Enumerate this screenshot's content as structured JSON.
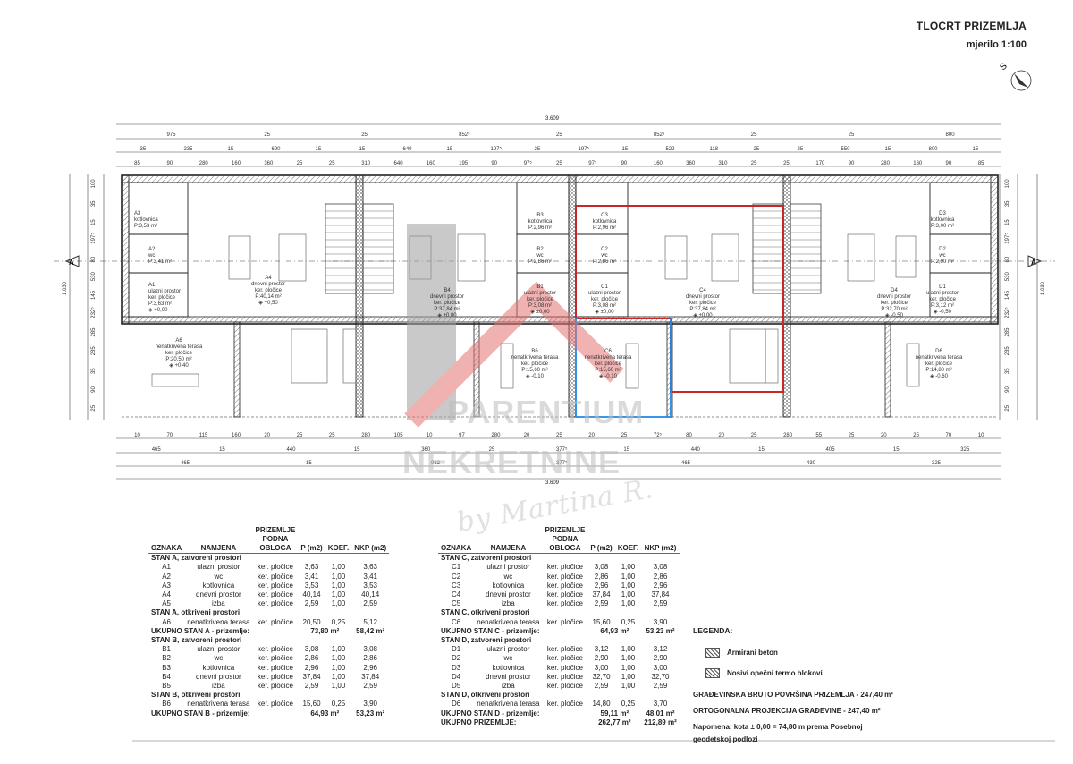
{
  "title": "TLOCRT PRIZEMLJA",
  "scale": "mjerilo 1:100",
  "north_label": "S",
  "watermark": {
    "line1": "PARENTIUM",
    "line2": "NEKRETNINE",
    "signature": "by Martina R."
  },
  "dims": {
    "total_top": "3.609",
    "total_bottom": "3.609",
    "row1": [
      "975",
      "25",
      "25",
      "852⁵",
      "25",
      "852⁵",
      "25",
      "25",
      "800"
    ],
    "row2": [
      "35",
      "235",
      "15",
      "690",
      "15",
      "15",
      "640",
      "15",
      "197⁵",
      "25",
      "197⁵",
      "15",
      "522",
      "118",
      "25",
      "25",
      "550",
      "15",
      "800",
      "15"
    ],
    "row3": [
      "85",
      "90",
      "280",
      "160",
      "360",
      "25",
      "25",
      "310",
      "640",
      "160",
      "195",
      "90",
      "97⁵",
      "25",
      "97⁵",
      "90",
      "160",
      "360",
      "310",
      "25",
      "25",
      "170",
      "90",
      "280",
      "160",
      "90",
      "85"
    ],
    "bottom1": [
      "10",
      "70",
      "115",
      "160",
      "20",
      "25",
      "25",
      "280",
      "105",
      "10",
      "97",
      "280",
      "20",
      "25",
      "20",
      "25",
      "72⁵",
      "80",
      "20",
      "25",
      "280",
      "55",
      "25",
      "20",
      "25",
      "70",
      "10"
    ],
    "bottom2": [
      "465",
      "15",
      "440",
      "15",
      "360",
      "25",
      "377⁵",
      "15",
      "440",
      "15",
      "405",
      "15",
      "325"
    ],
    "bottom3": [
      "465",
      "15",
      "932",
      "377⁵",
      "465",
      "430",
      "325"
    ],
    "left_total": "1.030",
    "left_parts": [
      "100",
      "35",
      "15",
      "197⁵",
      "80",
      "530",
      "145",
      "232⁵",
      "285",
      "285",
      "35",
      "90",
      "25"
    ],
    "section_mark": "A"
  },
  "rooms": [
    {
      "id": "A3",
      "name": "kotlovnica",
      "area": "P:3,53 m²"
    },
    {
      "id": "A2",
      "name": "wc",
      "area": "P:3,41 m²"
    },
    {
      "id": "A1",
      "name": "ulazni prostor",
      "floor": "ker. pločice",
      "area": "P:3,63 m²",
      "level": "◈ +0,00"
    },
    {
      "id": "A4",
      "name": "dnevni prostor",
      "floor": "ker. pločice",
      "area": "P:40,14 m²",
      "level": "◈ +0,50"
    },
    {
      "id": "A6",
      "name": "nenatkrivena terasa",
      "floor": "ker. pločice",
      "area": "P:20,50 m²",
      "level": "◈ +0,40"
    },
    {
      "id": "B4",
      "name": "dnevni prostor",
      "floor": "ker. pločice",
      "area": "P:37,84 m²",
      "level": "◈ ±0,00"
    },
    {
      "id": "B3",
      "name": "kotlovnica",
      "area": "P:2,96 m²"
    },
    {
      "id": "B2",
      "name": "wc",
      "area": "P:2,86 m²"
    },
    {
      "id": "B1",
      "name": "ulazni prostor",
      "floor": "ker. pločice",
      "area": "P:3,08 m²",
      "level": "◈ ±0,00"
    },
    {
      "id": "B6",
      "name": "nenatkrivena terasa",
      "floor": "ker. pločice",
      "area": "P:15,60 m²",
      "level": "◈ -0,10"
    },
    {
      "id": "C3",
      "name": "kotlovnica",
      "area": "P:2,96 m²"
    },
    {
      "id": "C2",
      "name": "wc",
      "area": "P:2,86 m²"
    },
    {
      "id": "C1",
      "name": "ulazni prostor",
      "floor": "ker. pločice",
      "area": "P:3,08 m²",
      "level": "◈ ±0,00"
    },
    {
      "id": "C4",
      "name": "dnevni prostor",
      "floor": "ker. pločice",
      "area": "P:37,84 m²",
      "level": "◈ ±0,00"
    },
    {
      "id": "C6",
      "name": "nenatkrivena terasa",
      "floor": "ker. pločice",
      "area": "P:15,60 m²",
      "level": "◈ -0,10"
    },
    {
      "id": "D4",
      "name": "dnevni prostor",
      "floor": "ker. pločice",
      "area": "P:32,70 m²",
      "level": "◈ -0,50"
    },
    {
      "id": "D3",
      "name": "kotlovnica",
      "area": "P:3,00 m²"
    },
    {
      "id": "D2",
      "name": "wc",
      "area": "P:2,90 m²"
    },
    {
      "id": "D1",
      "name": "ulazni prostor",
      "floor": "ker. pločice",
      "area": "P:3,12 m²",
      "level": "◈ -0,50"
    },
    {
      "id": "D6",
      "name": "nenatkrivena terasa",
      "floor": "ker. pločice",
      "area": "P:14,80 m²",
      "level": "◈ -0,60"
    }
  ],
  "tables": [
    {
      "header": {
        "group": "PRIZEMLJE",
        "oznaka": "OZNAKA",
        "namjena": "NAMJENA",
        "podna": "PODNA OBLOGA",
        "p": "P (m2)",
        "koef": "KOEF.",
        "nkp": "NKP (m2)"
      },
      "rows": [
        {
          "type": "grp",
          "text": "STAN A, zatvoreni prostori"
        },
        {
          "type": "row",
          "c": [
            "A1",
            "ulazni prostor",
            "ker. pločice",
            "3,63",
            "1,00",
            "3,63"
          ]
        },
        {
          "type": "row",
          "c": [
            "A2",
            "wc",
            "ker. pločice",
            "3,41",
            "1,00",
            "3,41"
          ]
        },
        {
          "type": "row",
          "c": [
            "A3",
            "kotlovnica",
            "ker. pločice",
            "3,53",
            "1,00",
            "3,53"
          ]
        },
        {
          "type": "row",
          "c": [
            "A4",
            "dnevni prostor",
            "ker. pločice",
            "40,14",
            "1,00",
            "40,14"
          ]
        },
        {
          "type": "row",
          "c": [
            "A5",
            "izba",
            "ker. pločice",
            "2,59",
            "1,00",
            "2,59"
          ]
        },
        {
          "type": "grp",
          "text": "STAN A, otkriveni prostori"
        },
        {
          "type": "row",
          "c": [
            "A6",
            "nenatkrivena terasa",
            "ker. pločice",
            "20,50",
            "0,25",
            "5,12"
          ]
        },
        {
          "type": "tot",
          "c": [
            "UKUPNO STAN A - prizemlje:",
            "73,80 m²",
            "58,42 m²"
          ]
        },
        {
          "type": "grp",
          "text": "STAN B, zatvoreni prostori"
        },
        {
          "type": "row",
          "c": [
            "B1",
            "ulazni prostor",
            "ker. pločice",
            "3,08",
            "1,00",
            "3,08"
          ]
        },
        {
          "type": "row",
          "c": [
            "B2",
            "wc",
            "ker. pločice",
            "2,86",
            "1,00",
            "2,86"
          ]
        },
        {
          "type": "row",
          "c": [
            "B3",
            "kotlovnica",
            "ker. pločice",
            "2,96",
            "1,00",
            "2,96"
          ]
        },
        {
          "type": "row",
          "c": [
            "B4",
            "dnevni prostor",
            "ker. pločice",
            "37,84",
            "1,00",
            "37,84"
          ]
        },
        {
          "type": "row",
          "c": [
            "B5",
            "izba",
            "ker. pločice",
            "2,59",
            "1,00",
            "2,59"
          ]
        },
        {
          "type": "grp",
          "text": "STAN B, otkriveni prostori"
        },
        {
          "type": "row",
          "c": [
            "B6",
            "nenatkrivena terasa",
            "ker. pločice",
            "15,60",
            "0,25",
            "3,90"
          ]
        },
        {
          "type": "tot",
          "c": [
            "UKUPNO STAN B - prizemlje:",
            "64,93 m²",
            "53,23 m²"
          ]
        }
      ]
    },
    {
      "header": {
        "group": "PRIZEMLJE",
        "oznaka": "OZNAKA",
        "namjena": "NAMJENA",
        "podna": "PODNA OBLOGA",
        "p": "P (m2)",
        "koef": "KOEF.",
        "nkp": "NKP (m2)"
      },
      "rows": [
        {
          "type": "grp",
          "text": "STAN C, zatvoreni prostori"
        },
        {
          "type": "row",
          "c": [
            "C1",
            "ulazni prostor",
            "ker. pločice",
            "3,08",
            "1,00",
            "3,08"
          ]
        },
        {
          "type": "row",
          "c": [
            "C2",
            "wc",
            "ker. pločice",
            "2,86",
            "1,00",
            "2,86"
          ]
        },
        {
          "type": "row",
          "c": [
            "C3",
            "kotlovnica",
            "ker. pločice",
            "2,96",
            "1,00",
            "2,96"
          ]
        },
        {
          "type": "row",
          "c": [
            "C4",
            "dnevni prostor",
            "ker. pločice",
            "37,84",
            "1,00",
            "37,84"
          ]
        },
        {
          "type": "row",
          "c": [
            "C5",
            "izba",
            "ker. pločice",
            "2,59",
            "1,00",
            "2,59"
          ]
        },
        {
          "type": "grp",
          "text": "STAN C, otkriveni prostori"
        },
        {
          "type": "row",
          "c": [
            "C6",
            "nenatkrivena terasa",
            "ker. pločice",
            "15,60",
            "0,25",
            "3,90"
          ]
        },
        {
          "type": "tot",
          "c": [
            "UKUPNO STAN C - prizemlje:",
            "64,93 m²",
            "53,23 m²"
          ]
        },
        {
          "type": "grp",
          "text": "STAN D, zatvoreni prostori"
        },
        {
          "type": "row",
          "c": [
            "D1",
            "ulazni prostor",
            "ker. pločice",
            "3,12",
            "1,00",
            "3,12"
          ]
        },
        {
          "type": "row",
          "c": [
            "D2",
            "wc",
            "ker. pločice",
            "2,90",
            "1,00",
            "2,90"
          ]
        },
        {
          "type": "row",
          "c": [
            "D3",
            "kotlovnica",
            "ker. pločice",
            "3,00",
            "1,00",
            "3,00"
          ]
        },
        {
          "type": "row",
          "c": [
            "D4",
            "dnevni prostor",
            "ker. pločice",
            "32,70",
            "1,00",
            "32,70"
          ]
        },
        {
          "type": "row",
          "c": [
            "D5",
            "izba",
            "ker. pločice",
            "2,59",
            "1,00",
            "2,59"
          ]
        },
        {
          "type": "grp",
          "text": "STAN D, otkriveni prostori"
        },
        {
          "type": "row",
          "c": [
            "D6",
            "nenatkrivena terasa",
            "ker. pločice",
            "14,80",
            "0,25",
            "3,70"
          ]
        },
        {
          "type": "tot",
          "c": [
            "UKUPNO STAN D - prizemlje:",
            "59,11 m²",
            "48,01 m²"
          ]
        },
        {
          "type": "tot",
          "c": [
            "UKUPNO PRIZEMLJE:",
            "262,77 m²",
            "212,89 m²"
          ]
        }
      ]
    }
  ],
  "legend": {
    "title": "LEGENDA:",
    "items": [
      {
        "label": "Armirani beton",
        "pattern": "crosshatch"
      },
      {
        "label": "Nosivi opečni termo blokovi",
        "pattern": "diagonal"
      }
    ],
    "bruto": "GRAĐEVINSKA BRUTO POVRŠINA PRIZEMLJA - 247,40 m²",
    "ortho": "ORTOGONALNA PROJEKCIJA GRAĐEVINE - 247,40 m²",
    "note": "Napomena: kota ± 0,00 = 74,80 m prema Posebnoj geodetskoj podlozi"
  },
  "colors": {
    "line": "#333333",
    "red_outline": "#c62828",
    "blue_outline": "#1e88e5",
    "watermark": "#e57373",
    "text": "#222222"
  }
}
